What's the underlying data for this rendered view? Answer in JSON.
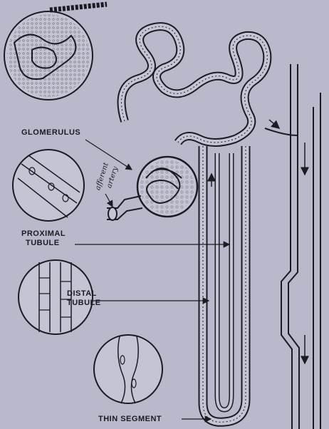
{
  "labels": {
    "glomerulus": "GLOMERULUS",
    "proximal_line1": "PROXIMAL",
    "proximal_line2": "TUBULE",
    "distal_line1": "DISTAL",
    "distal_line2": "TUBULE",
    "thin_segment": "THIN SEGMENT"
  },
  "vessel_labels": {
    "afferent": "afferent",
    "artery": "artery"
  },
  "colors": {
    "background": "#b9b9cc",
    "ink": "#1b1b24",
    "tissue": "#c4c4d4"
  },
  "icons": {
    "arrows": "arrow-icon"
  }
}
